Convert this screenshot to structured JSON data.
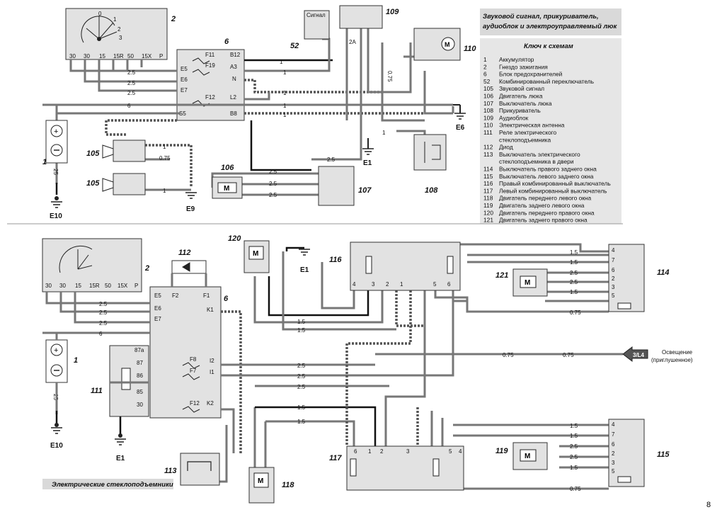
{
  "header": {
    "title_line1": "Звуковой сигнал, прикуриватель,",
    "title_line2": "аудиоблок и электроуправляемый люк"
  },
  "key": {
    "title": "Ключ к схемам",
    "entries": [
      {
        "num": "1",
        "text": "Аккумулятор"
      },
      {
        "num": "2",
        "text": "Гнездо зажигания"
      },
      {
        "num": "6",
        "text": "Блок предохранителей"
      },
      {
        "num": "52",
        "text": "Комбинированный переключатель"
      },
      {
        "num": "105",
        "text": "Звуковой сигнал"
      },
      {
        "num": "106",
        "text": "Двигатель люка"
      },
      {
        "num": "107",
        "text": "Выключатель люка"
      },
      {
        "num": "108",
        "text": "Прикуриватель"
      },
      {
        "num": "109",
        "text": "Аудиоблок"
      },
      {
        "num": "110",
        "text": "Электрическая антенна"
      },
      {
        "num": "111",
        "text": "Реле электрического"
      },
      {
        "num": "",
        "text": "стеклоподъемника"
      },
      {
        "num": "112",
        "text": "Диод"
      },
      {
        "num": "113",
        "text": "Выключатель электрического"
      },
      {
        "num": "",
        "text": "стеклоподъемника в двери"
      },
      {
        "num": "114",
        "text": "Выключатель правого заднего окна"
      },
      {
        "num": "115",
        "text": "Выключатель левого заднего окна"
      },
      {
        "num": "116",
        "text": "Правый комбинированный выключатель"
      },
      {
        "num": "117",
        "text": "Левый комбинированный выключатель"
      },
      {
        "num": "118",
        "text": "Двигатель переднего левого окна"
      },
      {
        "num": "119",
        "text": "Двигатель заднего левого окна"
      },
      {
        "num": "120",
        "text": "Двигатель переднего правого окна"
      },
      {
        "num": "121",
        "text": "Двигатель заднего правого окна"
      }
    ]
  },
  "top": {
    "ignition_terminals": [
      "30",
      "30",
      "15",
      "15R",
      "50",
      "15X",
      "P"
    ],
    "ignition_positions": [
      "0",
      "1",
      "2",
      "3"
    ],
    "fuse_box_pins_left": [
      "E5",
      "E6",
      "E7",
      "S5"
    ],
    "fuse_box_pins_right": [
      "B12",
      "A3",
      "N",
      "L2",
      "B8"
    ],
    "fuses": [
      "F11",
      "F19",
      "F12"
    ],
    "signal_label": "Сигнал",
    "fuse_2a": "2A",
    "wire_labels": {
      "w1": "1",
      "w25": "2.5",
      "w6": "6",
      "w075": "0.75",
      "w25b": "25"
    },
    "components": {
      "c1": "1",
      "c2": "2",
      "c6": "6",
      "c52": "52",
      "c105a": "105",
      "c105b": "105",
      "c106": "106",
      "c107": "107",
      "c108": "108",
      "c109": "109",
      "c110": "110"
    },
    "grounds": {
      "e10": "E10",
      "e9": "E9",
      "e1": "E1",
      "e6": "E6"
    },
    "motor": "M"
  },
  "bottom": {
    "title": "Электрические стеклоподъемники",
    "ignition_terminals": [
      "30",
      "30",
      "15",
      "15R",
      "50",
      "15X",
      "P"
    ],
    "fuse_box_pins_left": [
      "E5",
      "E6",
      "E7"
    ],
    "fuse_box_pins_right": [
      "F2",
      "F1",
      "K1",
      "I2",
      "I1",
      "K2"
    ],
    "fuses": [
      "F8",
      "F7",
      "F12"
    ],
    "relay_pins": [
      "87a",
      "87",
      "86",
      "85",
      "30"
    ],
    "switch116_pins": [
      "4",
      "3",
      "2",
      "1",
      "5",
      "6"
    ],
    "switch117_pins": [
      "6",
      "1",
      "2",
      "3",
      "5",
      "4"
    ],
    "switch_rear_pins": [
      "4",
      "7",
      "6",
      "2",
      "3",
      "5"
    ],
    "wire_labels": {
      "w15": "1.5",
      "w25": "2.5",
      "w075": "0.75",
      "w6": "6",
      "w25b": "25"
    },
    "components": {
      "c1": "1",
      "c2": "2",
      "c6": "6",
      "c111": "111",
      "c112": "112",
      "c113": "113",
      "c114": "114",
      "c115": "115",
      "c116": "116",
      "c117": "117",
      "c118": "118",
      "c119": "119",
      "c120": "120",
      "c121": "121"
    },
    "grounds": {
      "e10": "E10",
      "e1a": "E1",
      "e1b": "E1"
    },
    "lighting_ref": "3/L4",
    "lighting_label_line1": "Освещение",
    "lighting_label_line2": "(приглушенное)"
  },
  "page_number": "8"
}
